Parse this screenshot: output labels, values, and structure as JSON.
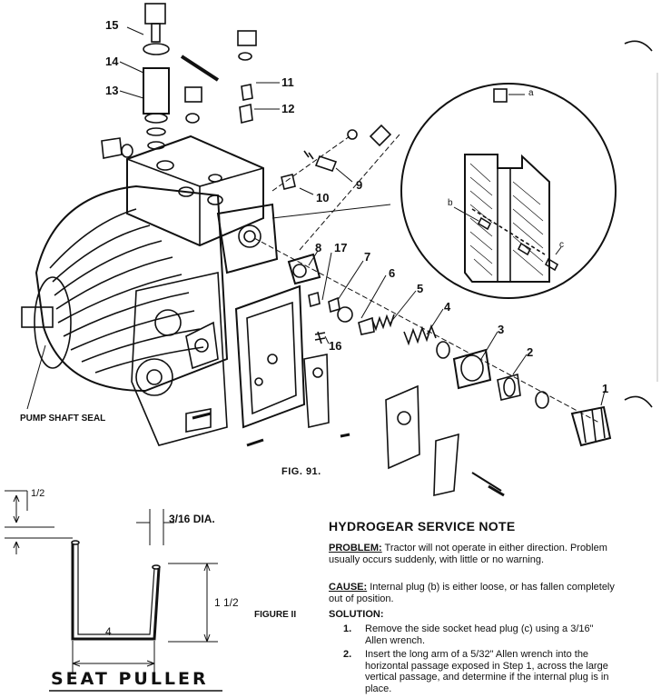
{
  "figure_label": "FIG. 91.",
  "figure2_label": "FIGURE II",
  "seat_puller_label": "SEAT PULLER",
  "pump_shaft_seal_label": "PUMP SHAFT SEAL",
  "callouts": {
    "c1": "1",
    "c2": "2",
    "c3": "3",
    "c4": "4",
    "c5": "5",
    "c6": "6",
    "c7": "7",
    "c8": "8",
    "c9": "9",
    "c10": "10",
    "c11": "11",
    "c12": "12",
    "c13": "13",
    "c14": "14",
    "c15": "15",
    "c16": "16",
    "c17": "17",
    "a": "a",
    "b": "b",
    "c": "c"
  },
  "dimensions": {
    "half_top": "1/2",
    "diameter": "3/16 DIA.",
    "length": "4",
    "height": "1 1/2"
  },
  "note": {
    "title": "HYDROGEAR SERVICE NOTE",
    "problem_label": "PROBLEM:",
    "problem_text": "Tractor will not operate in either direction. Problem usually occurs suddenly, with little or no warning.",
    "cause_label": "CAUSE:",
    "cause_text": "Internal plug (b) is either loose, or has fallen completely out of position.",
    "solution_label": "SOLUTION:",
    "steps": [
      {
        "num": "1.",
        "text": "Remove the side socket head plug (c) using a 3/16\" Allen wrench."
      },
      {
        "num": "2.",
        "text": "Insert the long arm of a 5/32\" Allen wrench into the horizontal passage exposed in Step 1, across the large vertical passage, and determine if the internal plug is in place."
      }
    ]
  }
}
